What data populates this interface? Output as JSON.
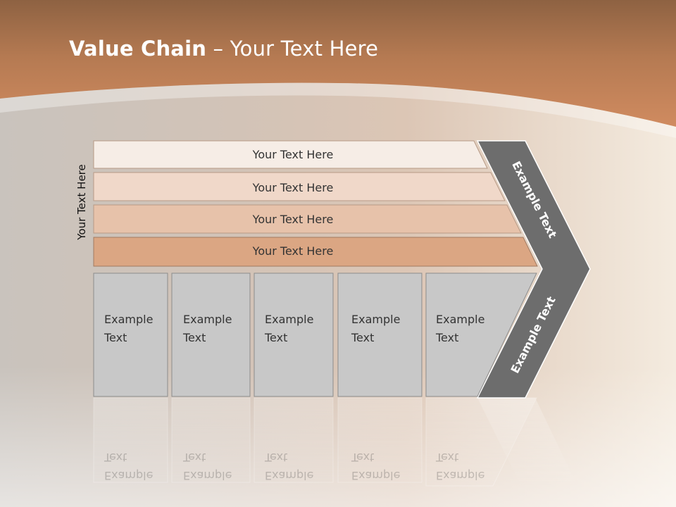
{
  "slide": {
    "title_bold": "Value Chain",
    "title_rest": " – Your Text Here",
    "side_label": "Your Text Here"
  },
  "bars": [
    {
      "label": "Your Text Here"
    },
    {
      "label": "Your Text Here"
    },
    {
      "label": "Your Text Here"
    },
    {
      "label": "Your Text Here"
    }
  ],
  "boxes": [
    {
      "line1": "Example",
      "line2": "Text"
    },
    {
      "line1": "Example",
      "line2": "Text"
    },
    {
      "line1": "Example",
      "line2": "Text"
    },
    {
      "line1": "Example",
      "line2": "Text"
    },
    {
      "line1": "Example",
      "line2": "Text"
    }
  ],
  "chevron": {
    "top_label": "Example Text",
    "bottom_label": "Example Text"
  },
  "colors": {
    "header": "#c07c50",
    "bar1": "#f6ede6",
    "bar2": "#f0d8c9",
    "bar3": "#e7c2aa",
    "bar4": "#dba683",
    "box": "#c8c8c8",
    "chevron": "#6d6d6d"
  }
}
